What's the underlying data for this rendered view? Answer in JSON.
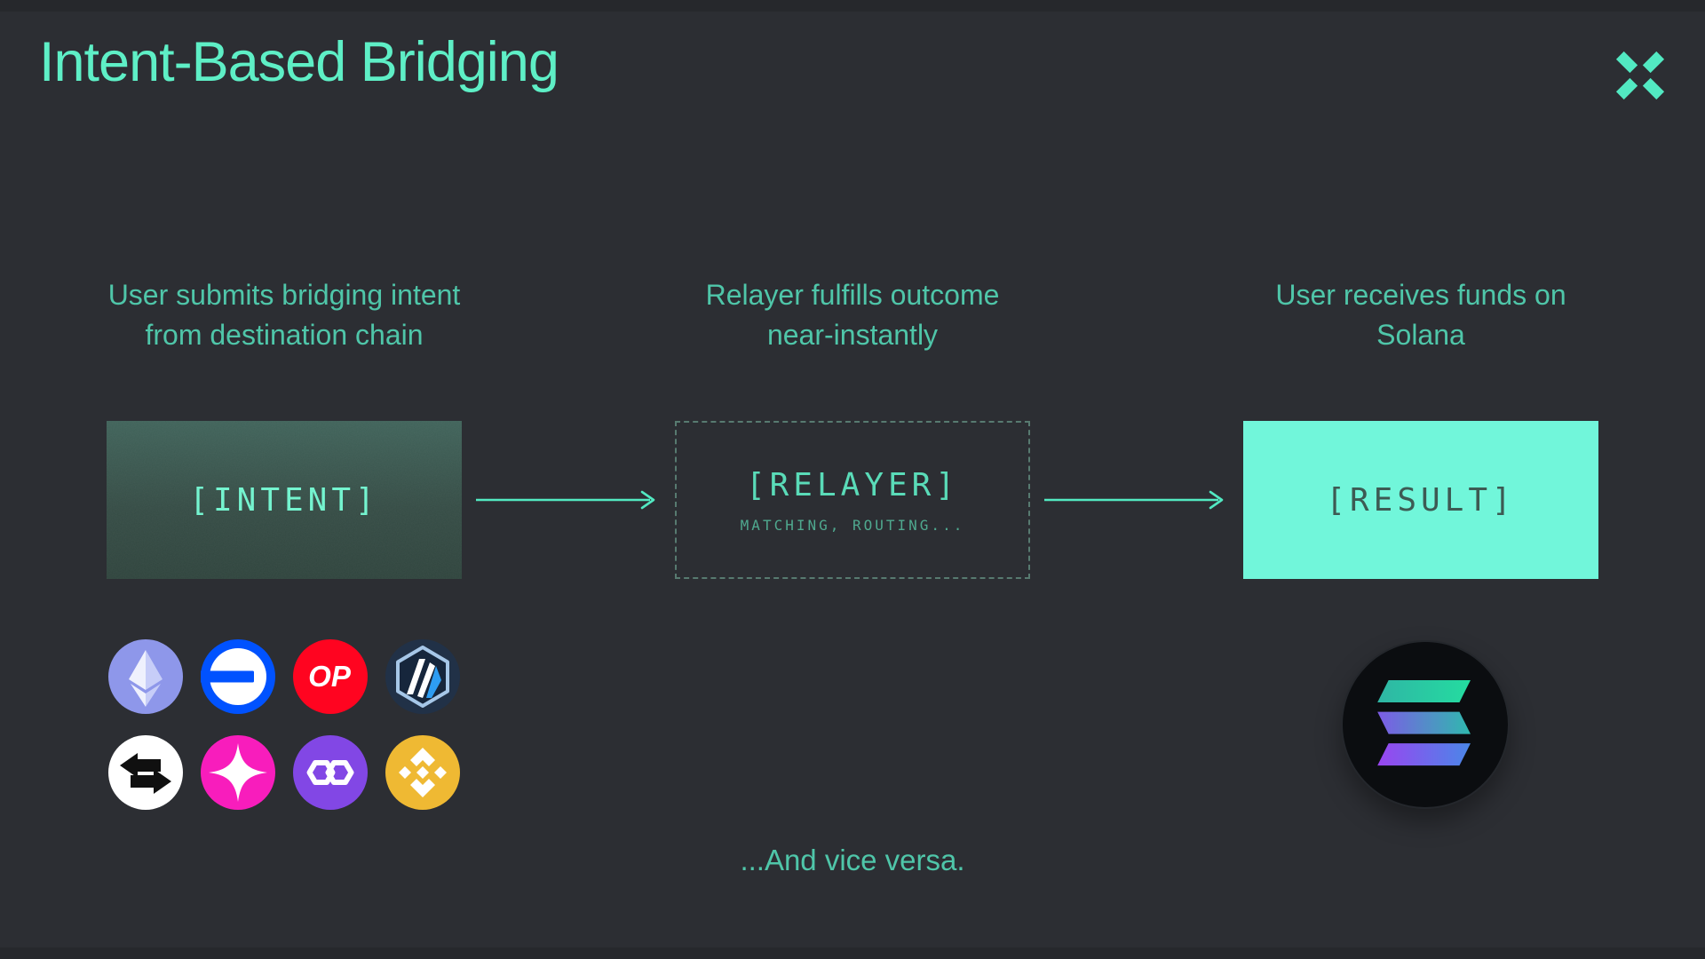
{
  "slide": {
    "title": "Intent-Based Bridging",
    "footer": "...And vice versa."
  },
  "brand": {
    "logo_icon": "debridge-x-icon",
    "accent_color": "#5EEFC6"
  },
  "steps": [
    {
      "heading_line1": "User submits bridging intent",
      "heading_line2": "from destination chain",
      "box_label": "[INTENT]",
      "box_style": "teal-gradient-fill",
      "chains": [
        {
          "name": "ethereum-icon"
        },
        {
          "name": "base-icon"
        },
        {
          "name": "optimism-icon",
          "label": "OP"
        },
        {
          "name": "arbitrum-icon"
        },
        {
          "name": "swap-arrows-icon"
        },
        {
          "name": "unichain-icon"
        },
        {
          "name": "polygon-icon"
        },
        {
          "name": "bnb-icon"
        }
      ]
    },
    {
      "heading_line1": "Relayer fulfills outcome",
      "heading_line2": "near-instantly",
      "box_label": "[RELAYER]",
      "box_sublabel": "MATCHING, ROUTING...",
      "box_style": "dashed-outline"
    },
    {
      "heading_line1": "User receives funds on",
      "heading_line2": "Solana",
      "box_label": "[RESULT]",
      "box_style": "solid-mint-fill",
      "chain": {
        "name": "solana-icon"
      }
    }
  ],
  "colors": {
    "background": "#2C2E33",
    "accent_mint": "#5EEFC6",
    "muted_teal_text": "#4FC6A9",
    "intent_gradient_top": "#40635A",
    "intent_gradient_bottom": "#2F443D",
    "intent_label": "#71F4CE",
    "dashed_border": "#577A70",
    "relayer_label": "#5ADBB8",
    "relayer_sublabel": "#4FA98F",
    "result_fill": "#71F6DA",
    "result_label": "#3D5A53",
    "ethereum": "#8E97EA",
    "base": "#0052FF",
    "optimism": "#FF0420",
    "arbitrum": "#213147",
    "swap_circle": "#FFFFFF",
    "unichain": "#F81DBC",
    "polygon": "#8247E5",
    "bnb": "#EFB933",
    "solana_circle": "#0B0D10",
    "solana_gradient_purple": "#9945FF",
    "solana_gradient_green": "#14F195"
  }
}
